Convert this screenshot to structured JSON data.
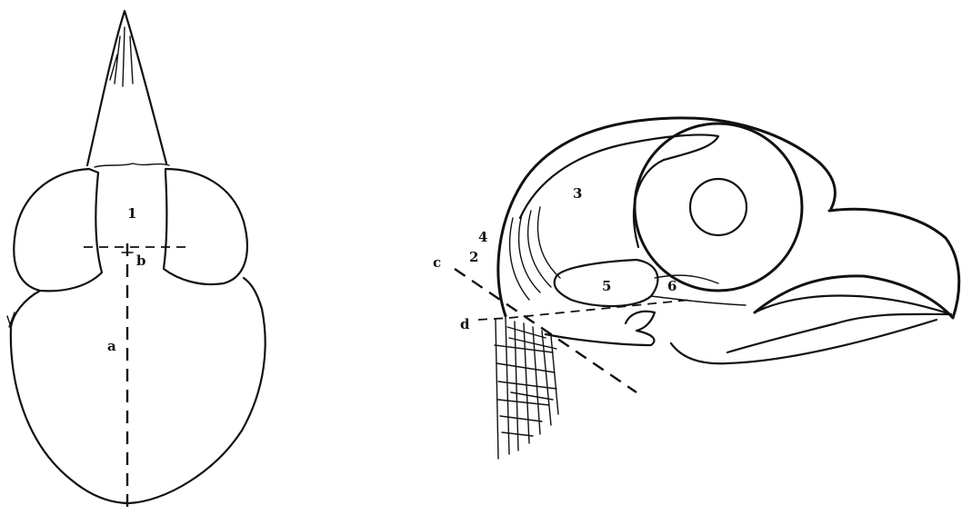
{
  "figure": {
    "dorsal_view": {
      "labels": {
        "region_1": "1",
        "axis_a": "a",
        "axis_b": "b"
      }
    },
    "lateral_view": {
      "labels": {
        "region_2": "2",
        "region_3": "3",
        "region_4": "4",
        "region_5": "5",
        "region_6": "6",
        "line_c": "c",
        "line_d": "d"
      }
    }
  }
}
